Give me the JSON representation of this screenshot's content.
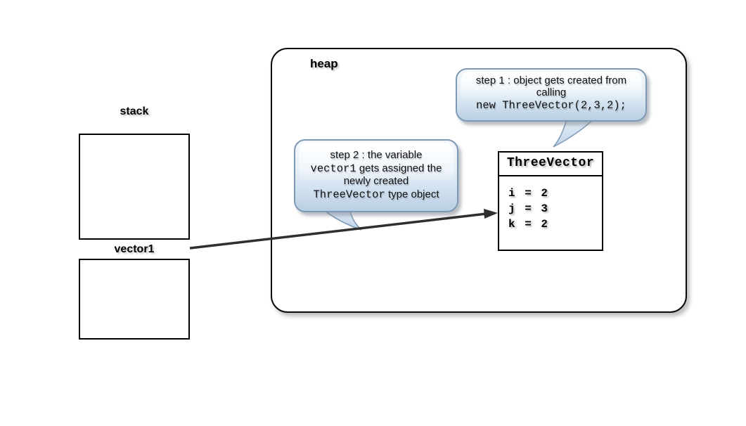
{
  "stack": {
    "label": "stack",
    "slot": "vector1"
  },
  "heap": {
    "label": "heap"
  },
  "object": {
    "title": "ThreeVector",
    "fields": [
      "i = 2",
      "j = 3",
      "k = 2"
    ]
  },
  "callout1": {
    "line1": "step 1 : object gets created from",
    "line2": "calling",
    "code": "new ThreeVector(2,3,2);"
  },
  "callout2": {
    "line1": "step 2 : the variable",
    "code1": "vector1",
    "line2_rest": " gets assigned the",
    "line3": "newly created",
    "code2": "ThreeVector",
    "line4_rest": " type object"
  },
  "colors": {
    "bubble_fill_top": "#f4f8fc",
    "bubble_fill_bottom": "#b9cfe3",
    "bubble_border": "#7d98b3",
    "box_border": "#000000",
    "arrow": "#2f2f2f",
    "background": "#ffffff"
  }
}
